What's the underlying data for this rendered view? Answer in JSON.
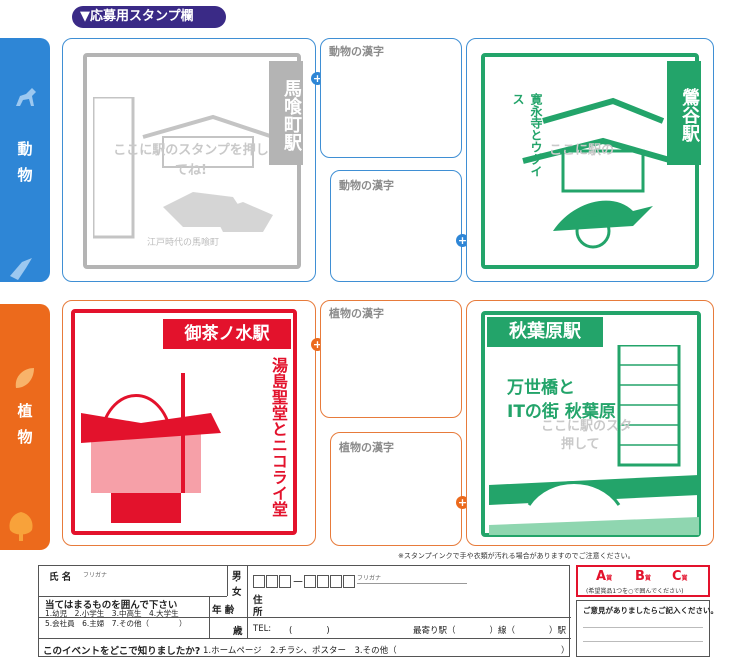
{
  "header": {
    "title": "▼応募用スタンプ欄"
  },
  "sections": [
    {
      "id": "animal",
      "chars": [
        "動",
        "物"
      ]
    },
    {
      "id": "plant",
      "chars": [
        "植",
        "物"
      ]
    }
  ],
  "stamps": {
    "bakurocho": {
      "name": "馬喰町駅",
      "hint": "ここに駅のスタンプを押してね!",
      "caption": "江戸時代の馬喰町"
    },
    "uguisudani": {
      "name": "鶯谷駅",
      "caption": "寛永寺とウグイス",
      "hint": "ここに駅の"
    },
    "ochanomizu": {
      "name": "御茶ノ水駅",
      "caption": "湯島聖堂とニコライ堂"
    },
    "akihabara": {
      "name": "秋葉原駅",
      "caption1": "万世橋と",
      "caption2": "ITの街 秋葉原",
      "hint1": "ここに駅のスタ",
      "hint2": "押して"
    }
  },
  "kanji_labels": {
    "animal": "動物の漢字",
    "plant": "植物の漢字"
  },
  "plus": "+",
  "note": "※スタンプインクで手や衣類が汚れる場合がありますのでご注意ください。",
  "form": {
    "name_label": "氏 名",
    "furigana": "フリガナ",
    "male": "男",
    "dot": "・",
    "female": "女",
    "circle_label": "当てはまるものを囲んで下さい",
    "age_label": "年 齢",
    "age_unit": "歳",
    "options_row1": "1.幼児　2.小学生　3.中高生　4.大学生",
    "options_row2": "5.会社員　6.主婦　7.その他（　　　　）",
    "postal_dash": "－",
    "address1": "住",
    "address2": "所",
    "tel_label": "TEL:",
    "tel_parens": "(　　　　)",
    "station_label": "最寄り駅（　　　　）線（　　　　）駅",
    "event_question": "このイベントをどこで知りましたか?",
    "event_options": "1.ホームページ　2.チラシ、ポスター　3.その他（",
    "event_close": "）"
  },
  "prizes": {
    "a": "A",
    "b": "B",
    "c": "C",
    "award": "賞",
    "note": "(希望賞品1つを○で囲んでください)"
  },
  "opinion": "ご意見がありましたらご記入ください。",
  "colors": {
    "blue": "#2e86d6",
    "orange": "#ec6a1c",
    "navy": "#3a2a86",
    "green": "#23a46a",
    "red": "#e3122c",
    "gray": "#b4b4b4"
  }
}
